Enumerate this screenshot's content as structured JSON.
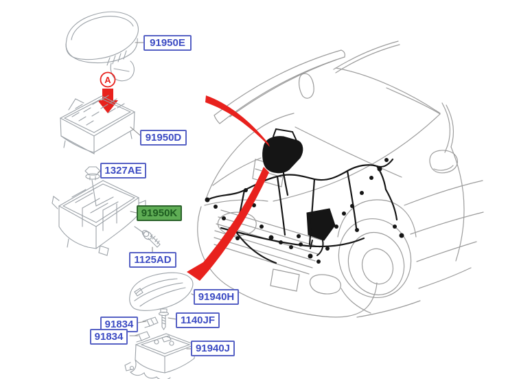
{
  "diagram_type": "parts-catalog-exploded-view",
  "callout": {
    "label": "A"
  },
  "colors": {
    "label_border": "#5560c4",
    "label_text": "#3c4bc3",
    "highlight_border": "#2b632b",
    "highlight_bg": "#5fad55",
    "highlight_text": "#1d5c20",
    "callout_red": "#e8211d",
    "line_gray": "#9aa0a6",
    "harness_black": "#151515"
  },
  "parts": [
    {
      "code": "91950E",
      "highlighted": false,
      "description": "fuse-box-upper-cover"
    },
    {
      "code": "91950D",
      "highlighted": false,
      "description": "fuse-box-upper-body"
    },
    {
      "code": "1327AE",
      "highlighted": false,
      "description": "nut"
    },
    {
      "code": "91950K",
      "highlighted": true,
      "description": "fuse-box-lower-tray"
    },
    {
      "code": "1125AD",
      "highlighted": false,
      "description": "bolt"
    },
    {
      "code": "91940H",
      "highlighted": false,
      "description": "junction-box-cover"
    },
    {
      "code": "1140JF",
      "highlighted": false,
      "description": "bolt-vertical"
    },
    {
      "code": "91834",
      "highlighted": false,
      "description": "fusible-link-upper"
    },
    {
      "code": "91834",
      "highlighted": false,
      "description": "fusible-link-lower"
    },
    {
      "code": "91940J",
      "highlighted": false,
      "description": "junction-box-body"
    }
  ]
}
